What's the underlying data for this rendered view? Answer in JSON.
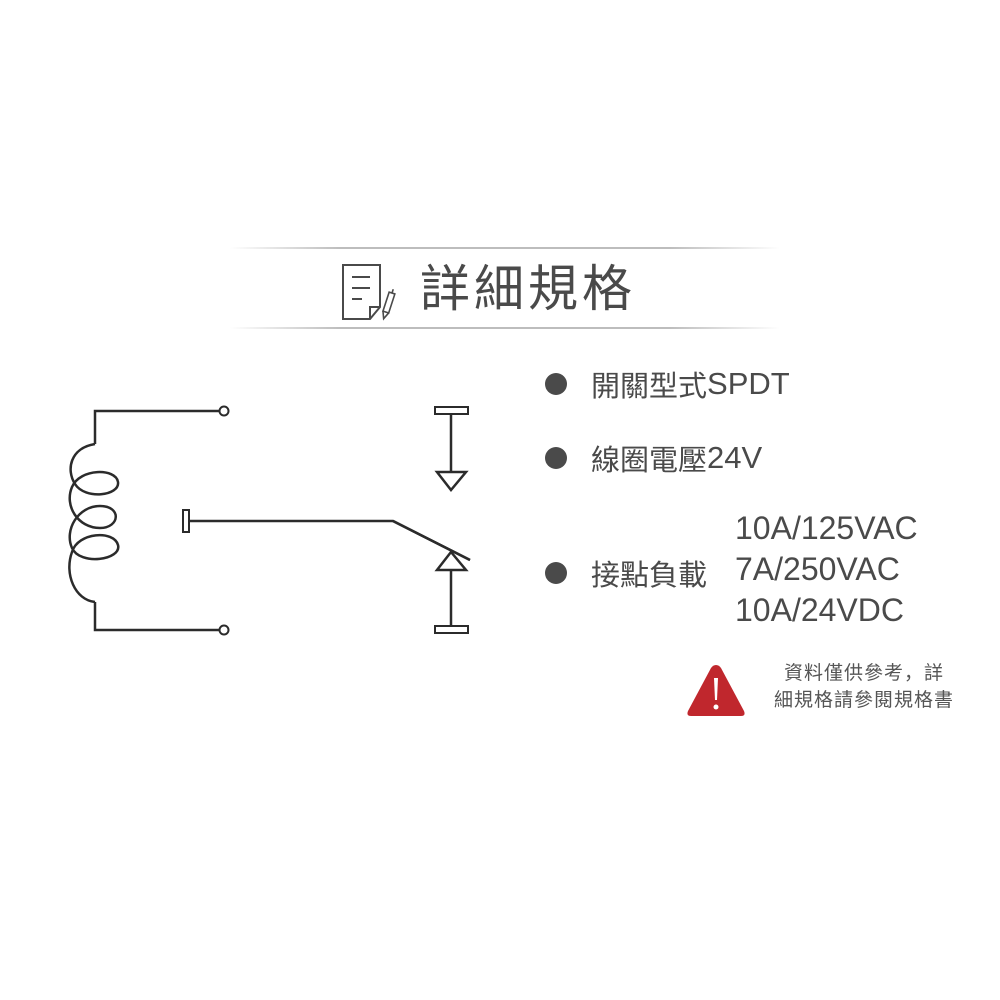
{
  "header": {
    "icon": "document-with-pen-icon",
    "title": "詳細規格"
  },
  "specs": [
    {
      "label": "開關型式",
      "value": "SPDT"
    },
    {
      "label": "線圈電壓",
      "value": "24V"
    },
    {
      "label": "接點負載",
      "values": [
        "10A/125VAC",
        "7A/250VAC",
        "10A/24VDC"
      ]
    }
  ],
  "warning": {
    "icon": "warning-triangle-icon",
    "line1": "資料僅供參考，詳",
    "line2": "細規格請參閱規格書",
    "color": "#c0272d"
  },
  "diagram": {
    "type": "SPDT relay schematic",
    "elements": [
      "coil",
      "coil-terminal-top",
      "coil-terminal-bottom",
      "common-contact-arm",
      "normally-open-contact",
      "normally-closed-contact"
    ]
  },
  "colors": {
    "text": "#4a4a4a",
    "line": "#2b2b2b",
    "divider": "#bdbdbd",
    "accent_warning": "#c0272d"
  }
}
